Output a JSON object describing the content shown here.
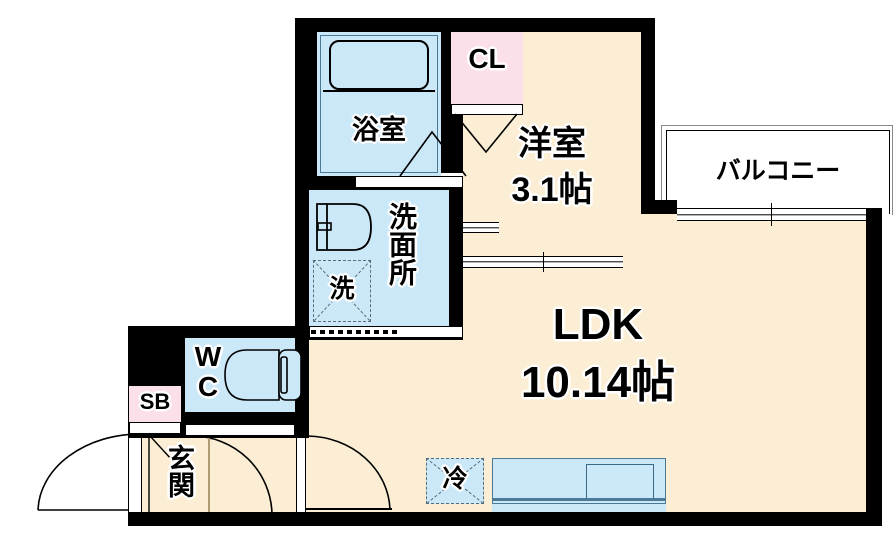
{
  "document": {
    "type": "japanese-floor-plan",
    "title": "間取り図"
  },
  "rooms": [
    {
      "key": "bath",
      "label": "浴室",
      "name_en": "bathroom",
      "fill": "#cbe8f9"
    },
    {
      "key": "washroom",
      "label": "洗面所",
      "name_en": "washroom",
      "fill": "#cbe8f9"
    },
    {
      "key": "washer",
      "label": "洗",
      "name_en": "washing-machine",
      "fill": "#cbe8f9"
    },
    {
      "key": "wc",
      "label": "WC",
      "name_en": "toilet",
      "fill": "#cbe8f9"
    },
    {
      "key": "shoebox",
      "label": "SB",
      "name_en": "shoe-box",
      "fill": "#fbe0ea"
    },
    {
      "key": "entrance",
      "label": "玄関",
      "name_en": "entrance",
      "fill": "#fbeed5"
    },
    {
      "key": "closet",
      "label": "CL",
      "name_en": "closet",
      "fill": "#fbe0ea"
    },
    {
      "key": "bedroom",
      "label": "洋室",
      "size": "3.1帖",
      "name_en": "western-room",
      "fill": "#fbeed5"
    },
    {
      "key": "ldk",
      "label": "LDK",
      "size": "10.14帖",
      "name_en": "living-dining-kitchen",
      "fill": "#fbeed5"
    },
    {
      "key": "balcony",
      "label": "バルコニー",
      "name_en": "balcony",
      "fill": "#ffffff"
    },
    {
      "key": "fridge",
      "label": "冷",
      "name_en": "refrigerator-space",
      "fill": "#cbe8f9"
    }
  ],
  "labels": {
    "bath": "浴室",
    "washroom": "洗面所",
    "washer": "洗",
    "wc_line1": "W",
    "wc_line2": "C",
    "shoebox": "SB",
    "entrance": "玄関",
    "closet": "CL",
    "bedroom_name": "洋室",
    "bedroom_size": "3.1帖",
    "ldk_name": "LDK",
    "ldk_size": "10.14帖",
    "balcony": "バルコニー",
    "fridge": "冷"
  },
  "colors": {
    "wall": "#000000",
    "floor": "#fbeed5",
    "wet_area": "#cbe8f9",
    "closet": "#fbe0ea",
    "balcony": "#ffffff",
    "outline": "#000000",
    "dashed": "#5a6b7a",
    "page_background": "#ffffff"
  }
}
